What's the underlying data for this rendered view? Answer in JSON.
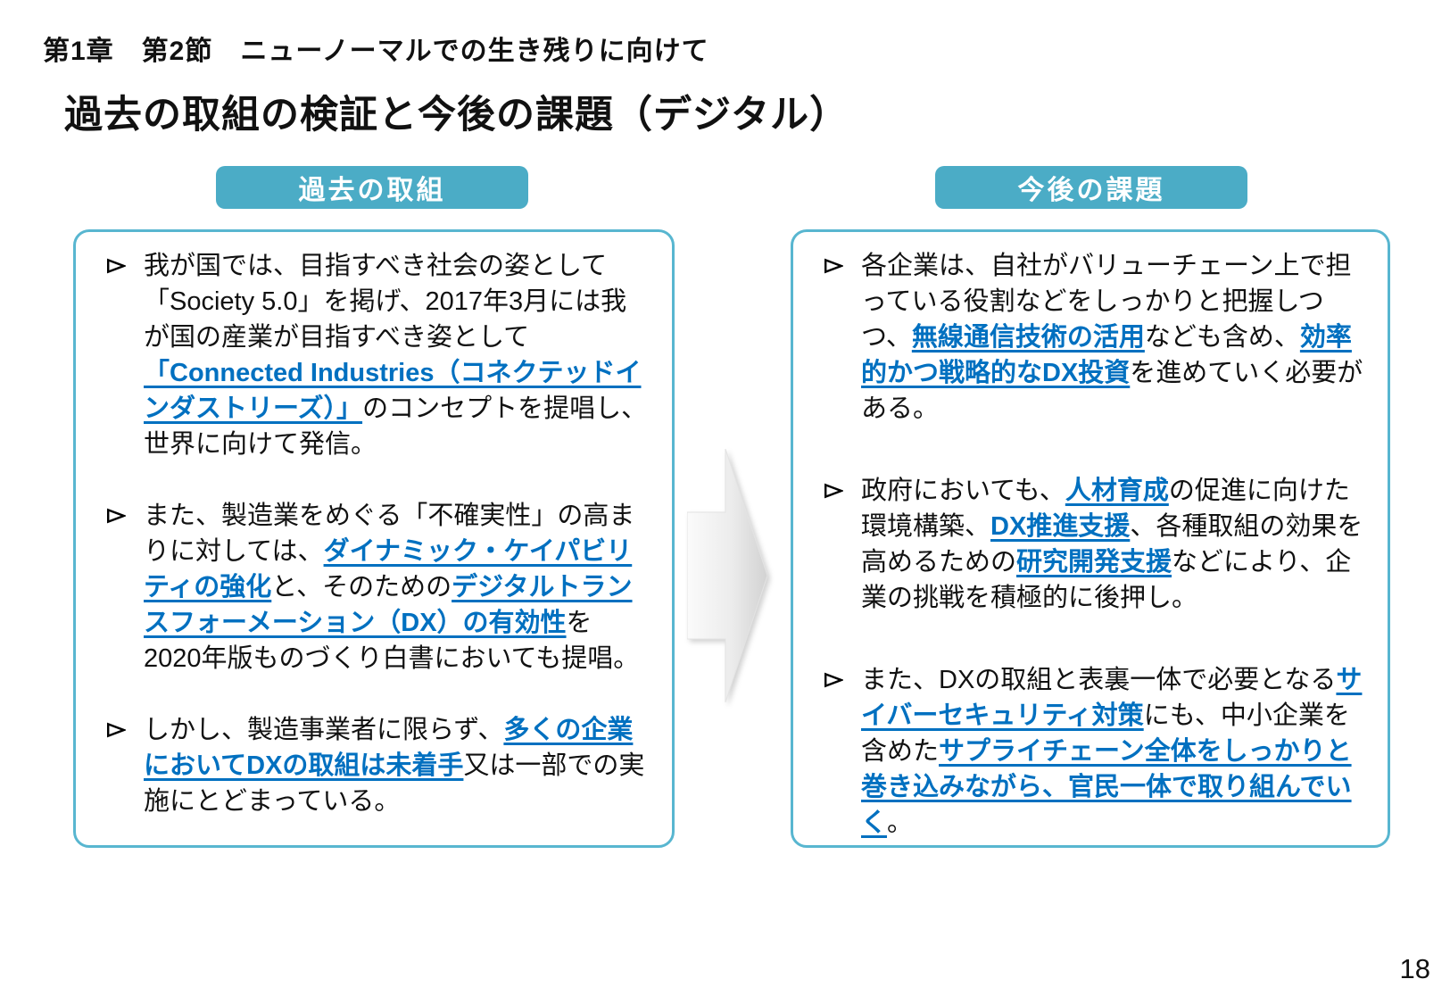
{
  "page": {
    "supertitle": "第1章　第2節　ニューノーマルでの生き残りに向けて",
    "title": "過去の取組の検証と今後の課題（デジタル）",
    "page_number": "18"
  },
  "colors": {
    "accent_teal": "#4BACC6",
    "border_teal": "#58B6D0",
    "link_blue": "#0070C0",
    "text_black": "#111111"
  },
  "icons": {
    "bullet": "arrowhead-bullet-icon",
    "between_panels": "right-arrow-icon"
  },
  "panels": {
    "left": {
      "header": "過去の取組",
      "bullets": [
        {
          "runs": [
            {
              "text": "我が国では、目指すべき社会の姿として「Society 5.0」を掲げ、2017年3月には我が国の産業が目指すべき姿として",
              "em": false
            },
            {
              "text": "「Connected Industries（コネクテッドインダストリーズ）」",
              "em": true
            },
            {
              "text": "のコンセプトを提唱し、世界に向けて発信。",
              "em": false
            }
          ]
        },
        {
          "runs": [
            {
              "text": "また、製造業をめぐる「不確実性」の高まりに対しては、",
              "em": false
            },
            {
              "text": "ダイナミック・ケイパビリティの強化",
              "em": true
            },
            {
              "text": "と、そのための",
              "em": false
            },
            {
              "text": "デジタルトランスフォーメーション（DX）の有効性",
              "em": true
            },
            {
              "text": "を2020年版ものづくり白書においても提唱。",
              "em": false
            }
          ]
        },
        {
          "runs": [
            {
              "text": "しかし、製造事業者に限らず、",
              "em": false
            },
            {
              "text": "多くの企業においてDXの取組は未着手",
              "em": true
            },
            {
              "text": "又は一部での実施にとどまっている。",
              "em": false
            }
          ]
        }
      ]
    },
    "right": {
      "header": "今後の課題",
      "bullets": [
        {
          "runs": [
            {
              "text": "各企業は、自社がバリューチェーン上で担っている役割などをしっかりと把握しつつ、",
              "em": false
            },
            {
              "text": "無線通信技術の活用",
              "em": true
            },
            {
              "text": "なども含め、",
              "em": false
            },
            {
              "text": "効率的かつ戦略的なDX投資",
              "em": true
            },
            {
              "text": "を進めていく必要がある。",
              "em": false
            }
          ]
        },
        {
          "runs": [
            {
              "text": "政府においても、",
              "em": false
            },
            {
              "text": "人材育成",
              "em": true
            },
            {
              "text": "の促進に向けた環境構築、",
              "em": false
            },
            {
              "text": "DX推進支援",
              "em": true
            },
            {
              "text": "、各種取組の効果を高めるための",
              "em": false
            },
            {
              "text": "研究開発支援",
              "em": true
            },
            {
              "text": "などにより、企業の挑戦を積極的に後押し。",
              "em": false
            }
          ]
        },
        {
          "runs": [
            {
              "text": "また、DXの取組と表裏一体で必要となる",
              "em": false
            },
            {
              "text": "サイバーセキュリティ対策",
              "em": true
            },
            {
              "text": "にも、中小企業を含めた",
              "em": false
            },
            {
              "text": "サプライチェーン全体をしっかりと巻き込みながら、官民一体で取り組んでいく",
              "em": true
            },
            {
              "text": "。",
              "em": false
            }
          ]
        }
      ]
    }
  }
}
